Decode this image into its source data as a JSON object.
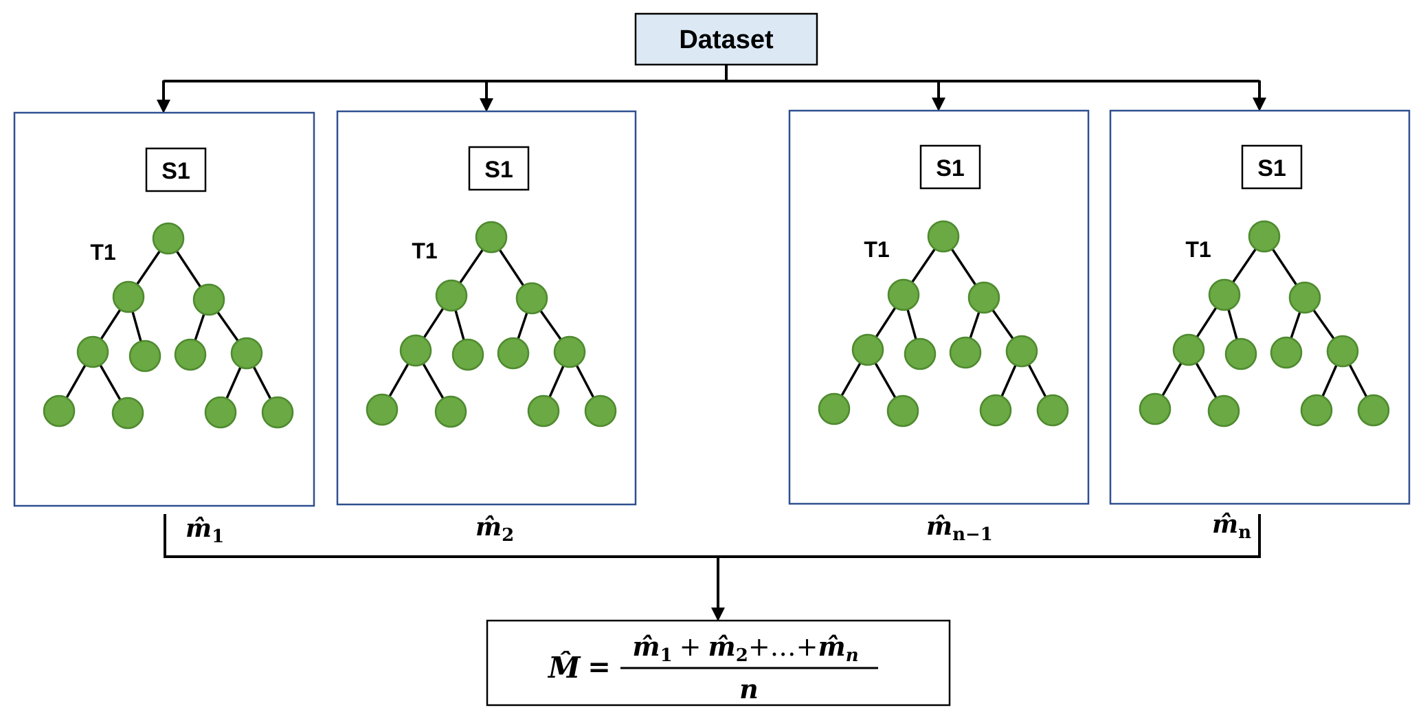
{
  "dataset_label": "Dataset",
  "colors": {
    "dataset_fill": "#dce9f5",
    "model_border": "#2f4f8f",
    "node_fill": "#6aa943",
    "node_stroke": "#4e8a2f"
  },
  "models": [
    {
      "sample_label": "S1",
      "tree_label": "T1",
      "estimate_base": "m̂",
      "estimate_sub": "1"
    },
    {
      "sample_label": "S1",
      "tree_label": "T1",
      "estimate_base": "m̂",
      "estimate_sub": "2"
    },
    {
      "sample_label": "S1",
      "tree_label": "T1",
      "estimate_base": "m̂",
      "estimate_sub": "n−1"
    },
    {
      "sample_label": "S1",
      "tree_label": "T1",
      "estimate_base": "m̂",
      "estimate_sub": "n"
    }
  ],
  "formula": {
    "lhs": "M̂",
    "equals": "=",
    "numerator": {
      "t1": "m̂",
      "s1": "1",
      "op1": "+",
      "t2": "m̂",
      "s2": "2",
      "op2": "+…+",
      "t3": "m̂",
      "s3": "n"
    },
    "denominator": "n"
  }
}
